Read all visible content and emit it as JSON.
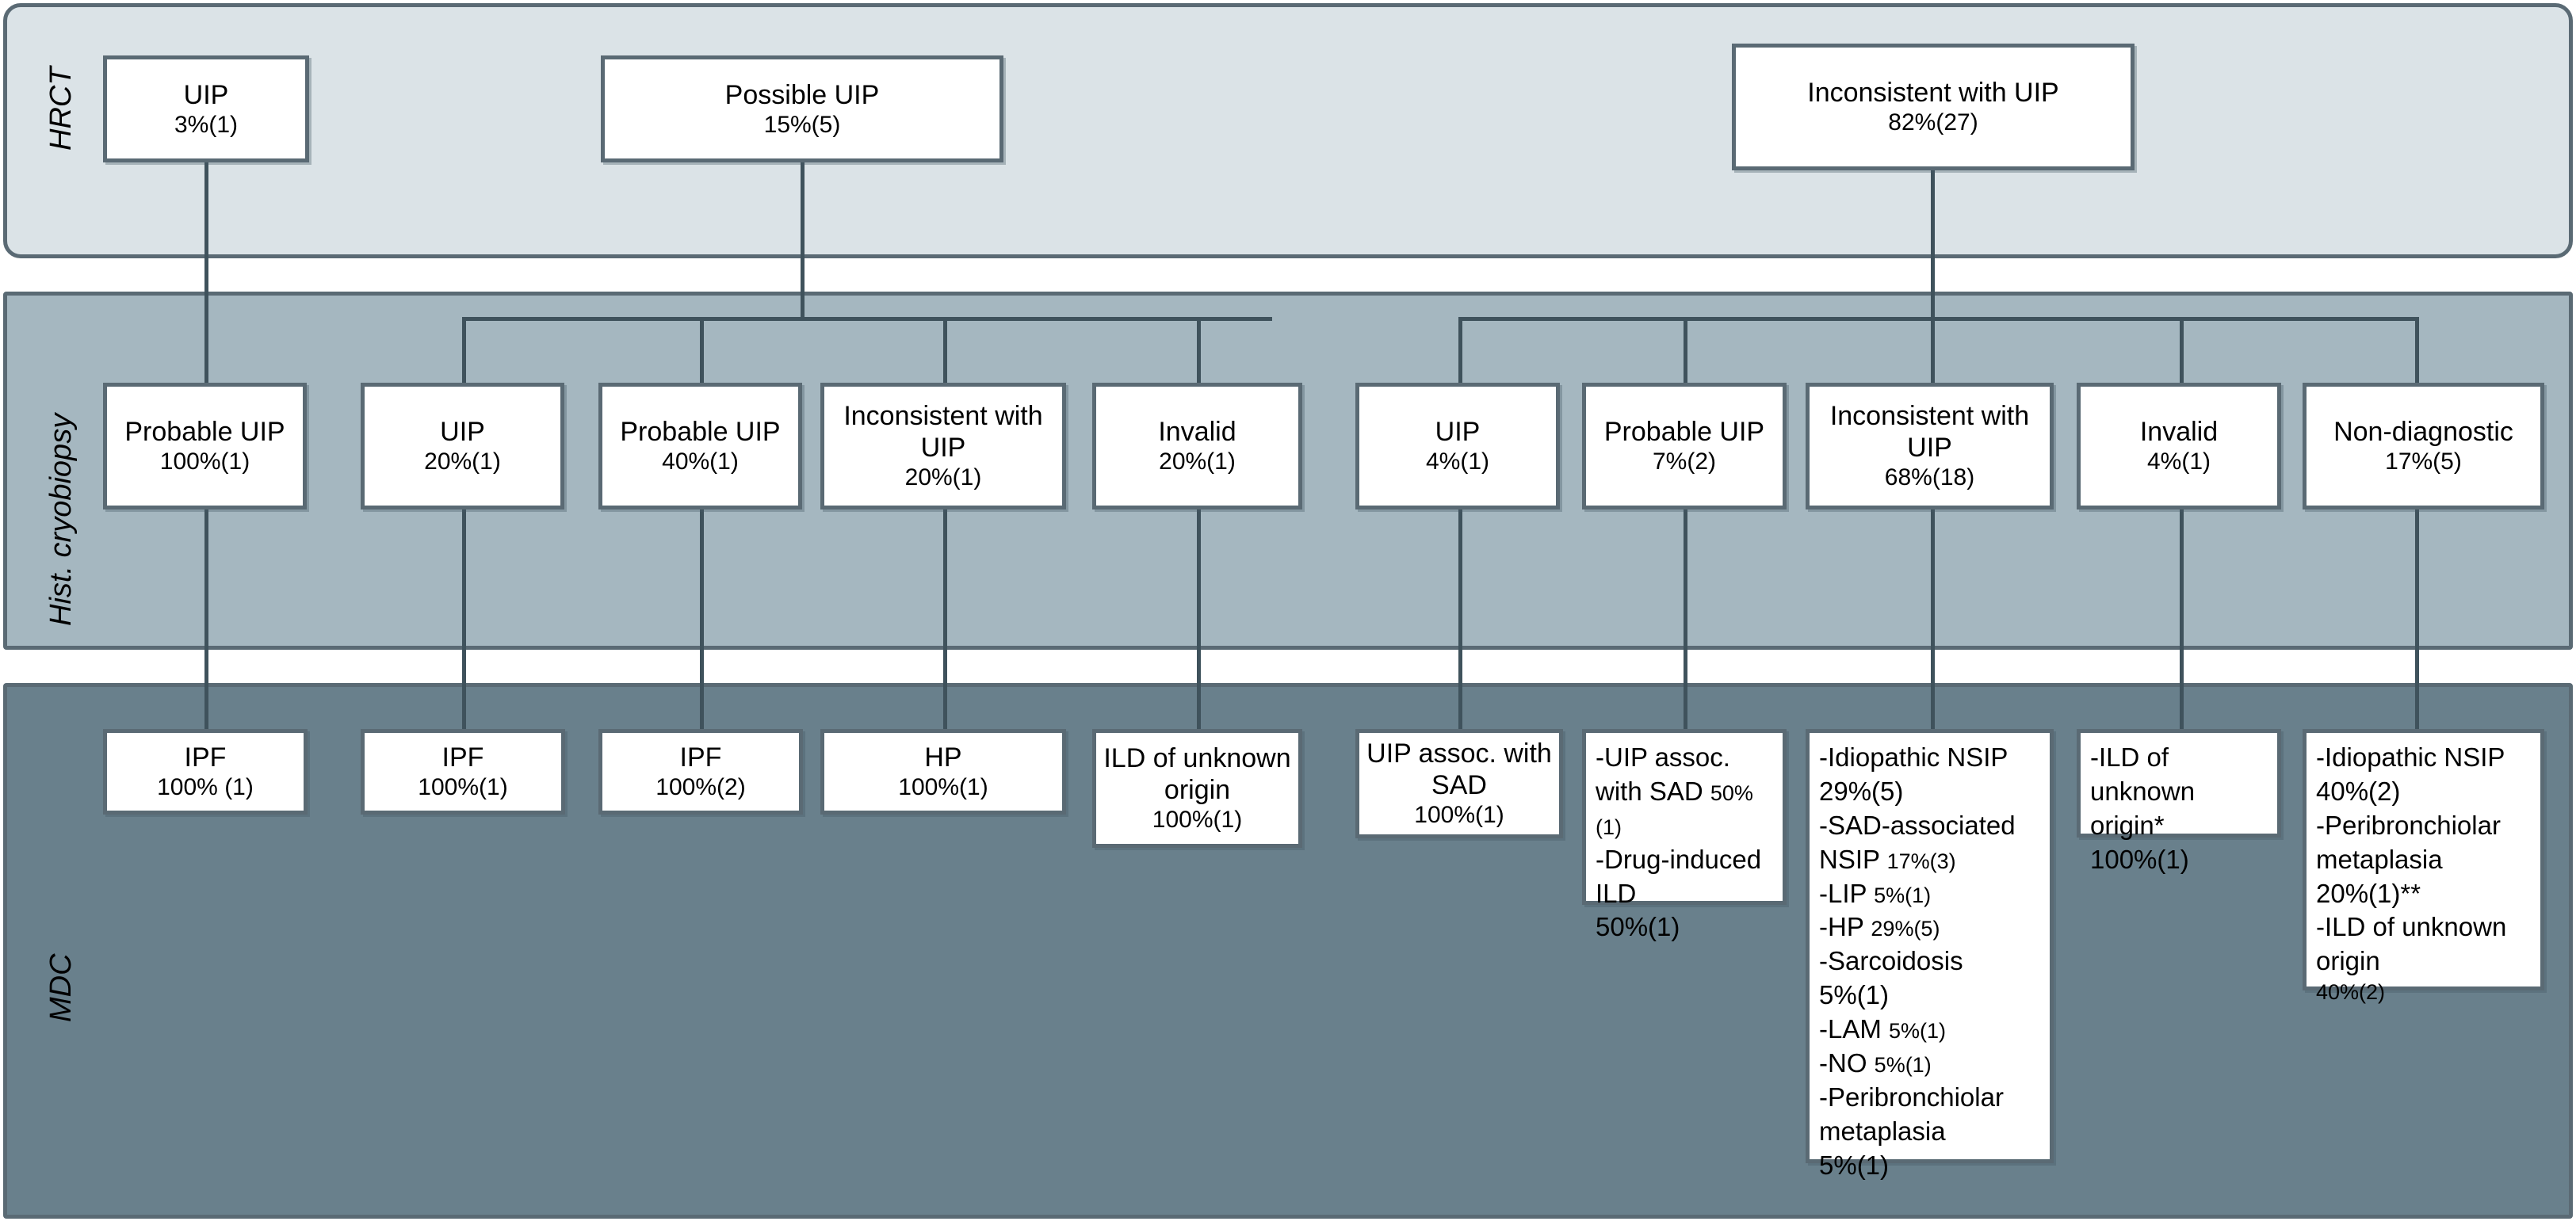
{
  "bands": [
    {
      "id": "hrct",
      "label": "HRCT"
    },
    {
      "id": "hist",
      "label": "Hist. cryobiopsy"
    },
    {
      "id": "mdc",
      "label": "MDC"
    }
  ],
  "colors": {
    "band_hrct": "#dbe3e7",
    "band_hist": "#a5b7c0",
    "band_mdc": "#69808c",
    "node_border": "#5a6a74",
    "node_fill": "#ffffff",
    "connector": "#3f525c",
    "text": "#000000"
  },
  "hrct_nodes": [
    {
      "name": "hrct-uip",
      "title": "UIP",
      "value": "3%(1)"
    },
    {
      "name": "hrct-possible-uip",
      "title": "Possible UIP",
      "value": "15%(5)"
    },
    {
      "name": "hrct-inconsistent-uip",
      "title": "Inconsistent with UIP",
      "value": "82%(27)"
    }
  ],
  "hist_nodes": [
    {
      "name": "hist-probable-uip-1",
      "title": "Probable UIP",
      "value": "100%(1)"
    },
    {
      "name": "hist-uip-1",
      "title": "UIP",
      "value": "20%(1)"
    },
    {
      "name": "hist-probable-uip-2",
      "title": "Probable UIP",
      "value": "40%(1)"
    },
    {
      "name": "hist-inconsistent-uip-1",
      "title": "Inconsistent with UIP",
      "value": "20%(1)"
    },
    {
      "name": "hist-invalid-1",
      "title": "Invalid",
      "value": "20%(1)"
    },
    {
      "name": "hist-uip-2",
      "title": "UIP",
      "value": "4%(1)"
    },
    {
      "name": "hist-probable-uip-3",
      "title": "Probable UIP",
      "value": "7%(2)"
    },
    {
      "name": "hist-inconsistent-uip-2",
      "title": "Inconsistent with UIP",
      "value": "68%(18)"
    },
    {
      "name": "hist-invalid-2",
      "title": "Invalid",
      "value": "4%(1)"
    },
    {
      "name": "hist-non-diagnostic",
      "title": "Non-diagnostic",
      "value": "17%(5)"
    }
  ],
  "mdc_simple_nodes": [
    {
      "name": "mdc-ipf-1",
      "title": "IPF",
      "value": "100% (1)"
    },
    {
      "name": "mdc-ipf-2",
      "title": "IPF",
      "value": "100%(1)"
    },
    {
      "name": "mdc-ipf-3",
      "title": "IPF",
      "value": "100%(2)"
    },
    {
      "name": "mdc-hp",
      "title": "HP",
      "value": "100%(1)"
    },
    {
      "name": "mdc-ild-unknown-origin",
      "title": "ILD of unknown origin",
      "value": "100%(1)"
    },
    {
      "name": "mdc-uip-assoc-sad",
      "title": "UIP assoc. with SAD",
      "value": "100%(1)"
    }
  ],
  "mdc_list_nodes": [
    {
      "name": "mdc-uip-sad-drug-list",
      "items": [
        {
          "label": "-UIP assoc. with SAD ",
          "pct": "50%(1)",
          "inline": true
        },
        {
          "label": " -Drug-induced ILD",
          "pct": "",
          "inline": false
        },
        {
          "label": "50%(1)",
          "pct": "",
          "inline": false,
          "small": false
        }
      ]
    },
    {
      "name": "mdc-inconsistent-diagnoses-list",
      "items": [
        {
          "label": "-Idiopathic NSIP",
          "pct": "",
          "inline": false
        },
        {
          "label": "29%(5)",
          "pct": "",
          "inline": false
        },
        {
          "label": "-SAD-associated",
          "pct": "",
          "inline": false
        },
        {
          "label": "NSIP ",
          "pct": "17%(3)",
          "inline": true
        },
        {
          "label": "-LIP ",
          "pct": "5%(1)",
          "inline": true
        },
        {
          "label": "-HP ",
          "pct": "29%(5)",
          "inline": true
        },
        {
          "label": "-Sarcoidosis",
          "pct": "",
          "inline": false
        },
        {
          "label": "5%(1)",
          "pct": "",
          "inline": false
        },
        {
          "label": "-LAM ",
          "pct": "5%(1)",
          "inline": true
        },
        {
          "label": "-NO ",
          "pct": "5%(1)",
          "inline": true
        },
        {
          "label": " -Peribronchiolar",
          "pct": "",
          "inline": false
        },
        {
          "label": "metaplasia",
          "pct": "",
          "inline": false
        },
        {
          "label": "5%(1)",
          "pct": "",
          "inline": false
        }
      ]
    },
    {
      "name": "mdc-ild-unknown-origin-star-list",
      "items": [
        {
          "label": "-ILD of",
          "pct": "",
          "inline": false
        },
        {
          "label": "unknown origin*",
          "pct": "",
          "inline": false
        },
        {
          "label": "100%(1)",
          "pct": "",
          "inline": false
        }
      ]
    },
    {
      "name": "mdc-nondiagnostic-diagnoses-list",
      "items": [
        {
          "label": " -Idiopathic NSIP",
          "pct": "",
          "inline": false
        },
        {
          "label": " 40%(2)",
          "pct": "",
          "inline": false
        },
        {
          "label": "-Peribronchiolar",
          "pct": "",
          "inline": false
        },
        {
          "label": "metaplasia",
          "pct": "",
          "inline": false
        },
        {
          "label": "20%(1)**",
          "pct": "",
          "inline": false
        },
        {
          "label": "-ILD of unknown",
          "pct": "",
          "inline": false
        },
        {
          "label": "origin",
          "pct": "",
          "inline": false
        },
        {
          "label": "40%(2)",
          "pct": "",
          "inline": false,
          "small": true
        }
      ]
    }
  ]
}
